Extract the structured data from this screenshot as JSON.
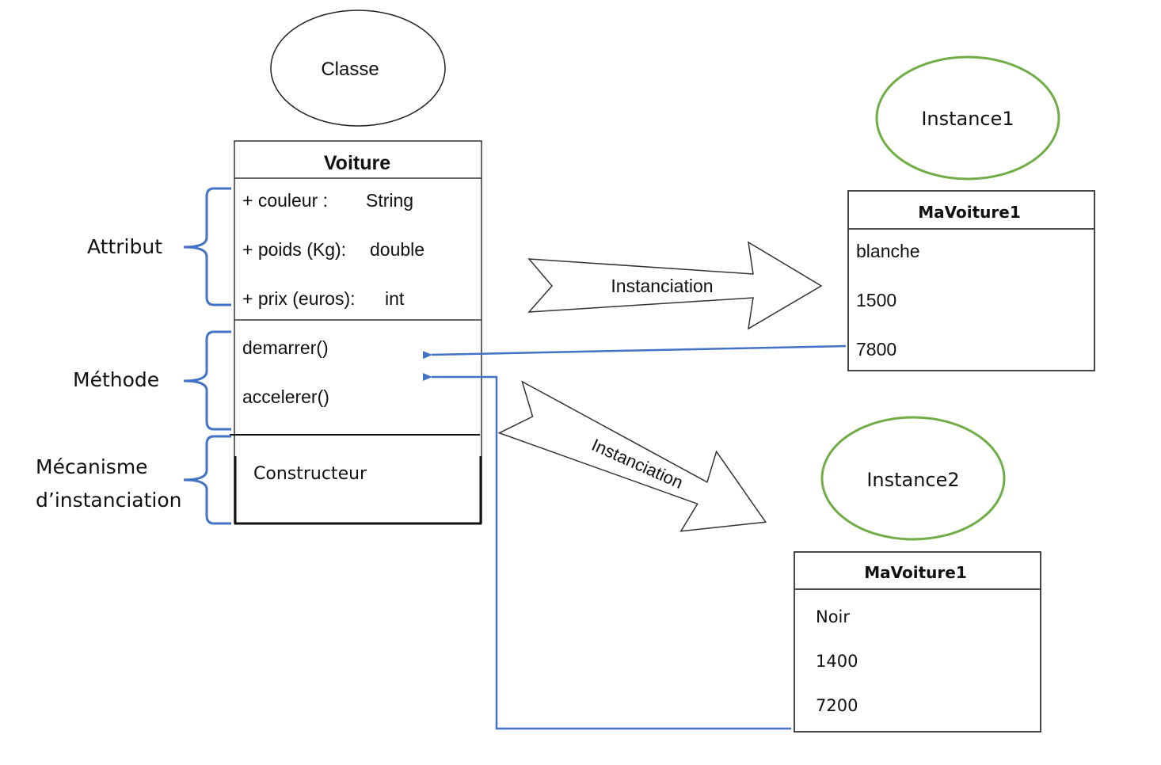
{
  "class_label": "Classe",
  "class_box": {
    "title": "Voiture",
    "attributes": [
      {
        "name": "+ couleur :",
        "type": "String"
      },
      {
        "name": "+ poids (Kg):",
        "type": "double"
      },
      {
        "name": "+ prix (euros):",
        "type": "int"
      }
    ],
    "methods": [
      "demarrer()",
      "accelerer()"
    ],
    "constructor": "Constructeur"
  },
  "brace_labels": {
    "attribut": "Attribut",
    "methode": "Méthode",
    "mecanisme_line1": "Mécanisme",
    "mecanisme_line2": "d’instanciation"
  },
  "arrows": {
    "instanciation_top": "Instanciation",
    "instanciation_bottom": "Instanciation"
  },
  "instance1": {
    "label": "Instance1",
    "title": "MaVoiture1",
    "values": [
      "blanche",
      "1500",
      "7800"
    ]
  },
  "instance2": {
    "label": "Instance2",
    "title": "MaVoiture1",
    "values": [
      "Noir",
      "1400",
      "7200"
    ]
  },
  "colors": {
    "brace_blue": "#4472c4",
    "connector_blue": "#4472c4",
    "instance_green": "#70ad47",
    "outline": "#333333"
  }
}
